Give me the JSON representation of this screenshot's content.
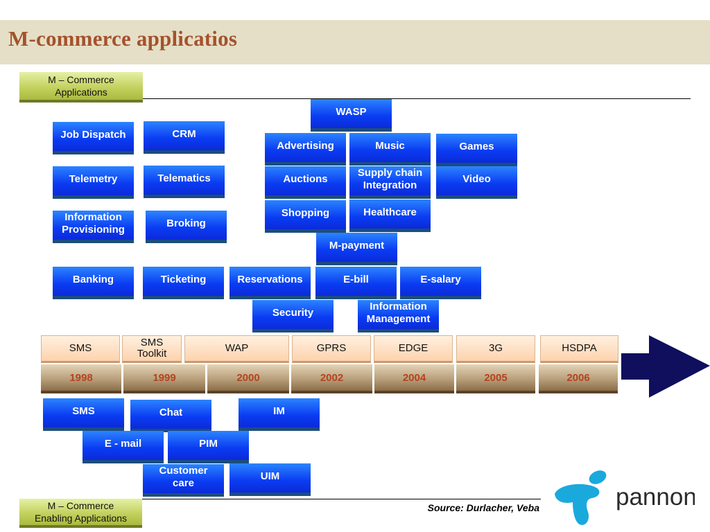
{
  "title": "M-commerce applicatios",
  "top_tag": {
    "line1": "M – Commerce",
    "line2": "Applications"
  },
  "bottom_tag": {
    "line1": "M – Commerce",
    "line2": "Enabling Applications"
  },
  "applications": {
    "job_dispatch": "Job Dispatch",
    "crm": "CRM",
    "telemetry": "Telemetry",
    "telematics": "Telematics",
    "information_provisioning": {
      "line1": "Information",
      "line2": "Provisioning"
    },
    "broking": "Broking",
    "banking": "Banking",
    "ticketing": "Ticketing",
    "reservations": "Reservations",
    "wasp": "WASP",
    "advertising": "Advertising",
    "music": "Music",
    "games": "Games",
    "auctions": "Auctions",
    "supply_chain": {
      "line1": "Supply chain",
      "line2": "Integration"
    },
    "video": "Video",
    "shopping": "Shopping",
    "healthcare": "Healthcare",
    "m_payment": "M-payment",
    "e_bill": "E-bill",
    "e_salary": "E-salary",
    "security": "Security",
    "information_management": {
      "line1": "Information",
      "line2": "Management"
    }
  },
  "technologies": {
    "sms": "SMS",
    "sms_toolkit": {
      "line1": "SMS",
      "line2": "Toolkit"
    },
    "wap": "WAP",
    "gprs": "GPRS",
    "edge": "EDGE",
    "3g": "3G",
    "hsdpa": "HSDPA"
  },
  "years": [
    "1998",
    "1999",
    "2000",
    "2002",
    "2004",
    "2005",
    "2006"
  ],
  "enabling": {
    "sms": "SMS",
    "chat": "Chat",
    "im": "IM",
    "email": "E - mail",
    "pim": "PIM",
    "customer_care": {
      "line1": "Customer",
      "line2": "care"
    },
    "uim": "UIM"
  },
  "source": "Source: Durlacher, Veba",
  "logo_text": "pannon",
  "colors": {
    "app_blue": "#0a3bf2",
    "title_brown": "#a4522c",
    "tag_green": "#c3d25f",
    "arrow_navy": "#0f0f5e",
    "logo_cyan": "#1aa9dc"
  }
}
